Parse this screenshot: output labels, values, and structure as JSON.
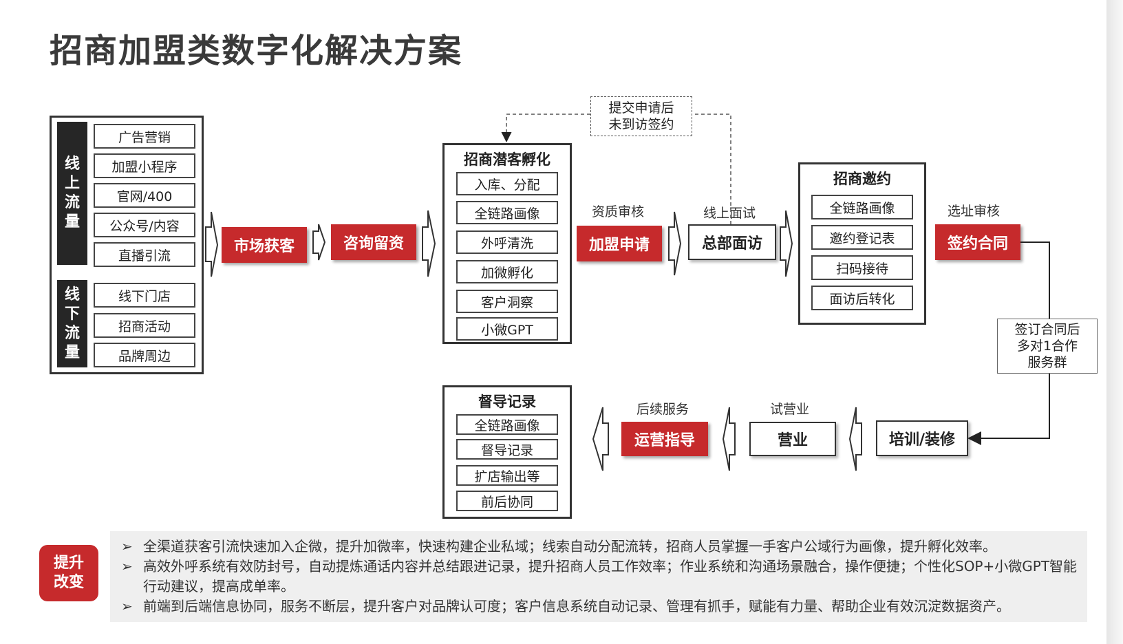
{
  "title": "招商加盟类数字化解决方案",
  "sources": {
    "online_label": "线上流量",
    "online_items": [
      "广告营销",
      "加盟小程序",
      "官网/400",
      "公众号/内容",
      "直播引流"
    ],
    "offline_label": "线下流量",
    "offline_items": [
      "线下门店",
      "招商活动",
      "品牌周边"
    ]
  },
  "flow_top": {
    "market": "市场获客",
    "consult": "咨询留资",
    "incubation": {
      "title": "招商潜客孵化",
      "items": [
        "入库、分配",
        "全链路画像",
        "外呼清洗",
        "加微孵化",
        "客户洞察",
        "小微GPT"
      ]
    },
    "apply_label": "资质审核",
    "apply": "加盟申请",
    "interview_label": "线上面试",
    "interview": "总部面访",
    "invite": {
      "title": "招商邀约",
      "items": [
        "全链路画像",
        "邀约登记表",
        "扫码接待",
        "面访后转化"
      ]
    },
    "sign_label": "选址审核",
    "sign": "签约合同",
    "dashed_note": "提交申请后\n未到访签约"
  },
  "post_sign_note": "签订合同后\n多对1合作\n服务群",
  "flow_bottom": {
    "training": "培训/装修",
    "trial_label": "试营业",
    "trial": "营业",
    "service_label": "后续服务",
    "service": "运营指导",
    "supervision": {
      "title": "督导记录",
      "items": [
        "全链路画像",
        "督导记录",
        "扩店输出等",
        "前后协同"
      ]
    }
  },
  "improve": {
    "badge": "提升\n改变",
    "marker": "➢",
    "bullets": [
      "全渠道获客引流快速加入企微，提升加微率，快速构建企业私域；线索自动分配流转，招商人员掌握一手客户公域行为画像，提升孵化效率。",
      "高效外呼系统有效防封号，自动提炼通话内容并总结跟进记录，提升招商人员工作效率；作业系统和沟通场景融合，操作便捷；个性化SOP+小微GPT智能行动建议，提高成单率。",
      "前端到后端信息协同，服务不断层，提升客户对品牌认可度；客户信息系统自动记录、管理有抓手，赋能有力量、帮助企业有效沉淀数据资产。"
    ]
  },
  "colors": {
    "accent_red": "#c62a2c",
    "dark_bar": "#262626",
    "panel_bg": "#efefef"
  }
}
